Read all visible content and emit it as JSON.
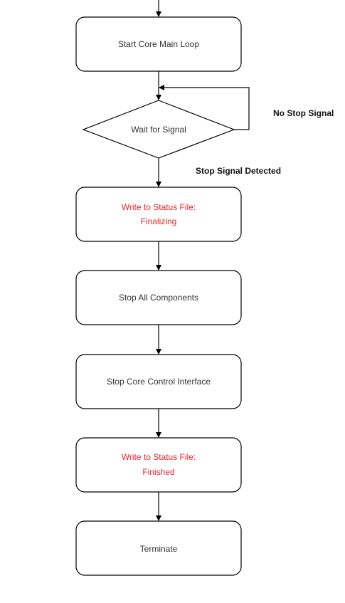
{
  "colors": {
    "highlight_text": "#e8242a",
    "normal_text": "#333333",
    "stroke": "#000000"
  },
  "nodes": {
    "start_loop": {
      "label": "Start Core Main Loop"
    },
    "wait_signal": {
      "label": "Wait for Signal"
    },
    "write_finalizing": {
      "line1": "Write to Status File:",
      "line2": "Finalizing"
    },
    "stop_components": {
      "label": "Stop All Components"
    },
    "stop_interface": {
      "label": "Stop Core Control Interface"
    },
    "write_finished": {
      "line1": "Write to Status File:",
      "line2": "Finished"
    },
    "terminate": {
      "label": "Terminate"
    }
  },
  "edges": {
    "no_stop": {
      "label": "No Stop Signal"
    },
    "stop_detected": {
      "label": "Stop Signal Detected"
    }
  }
}
